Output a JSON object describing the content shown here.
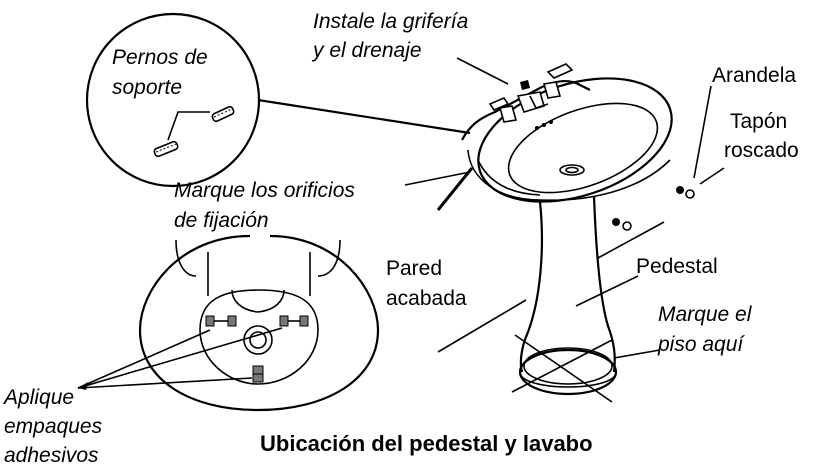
{
  "labels": {
    "pernos_l1": "Pernos de",
    "pernos_l2": "soporte",
    "griferia_l1": "Instale la grifería",
    "griferia_l2": "y el drenaje",
    "arandela": "Arandela",
    "tapon_l1": "Tapón",
    "tapon_l2": "roscado",
    "marque_orificios_l1": "Marque los orificios",
    "marque_orificios_l2": "de fijación",
    "pared_l1": "Pared",
    "pared_l2": "acabada",
    "pedestal": "Pedestal",
    "marque_piso_l1": "Marque el",
    "marque_piso_l2": "piso aquí",
    "aplique_l1": "Aplique",
    "aplique_l2": "empaques",
    "aplique_l3": "adhesivos"
  },
  "caption": "Ubicación del pedestal y lavabo"
}
